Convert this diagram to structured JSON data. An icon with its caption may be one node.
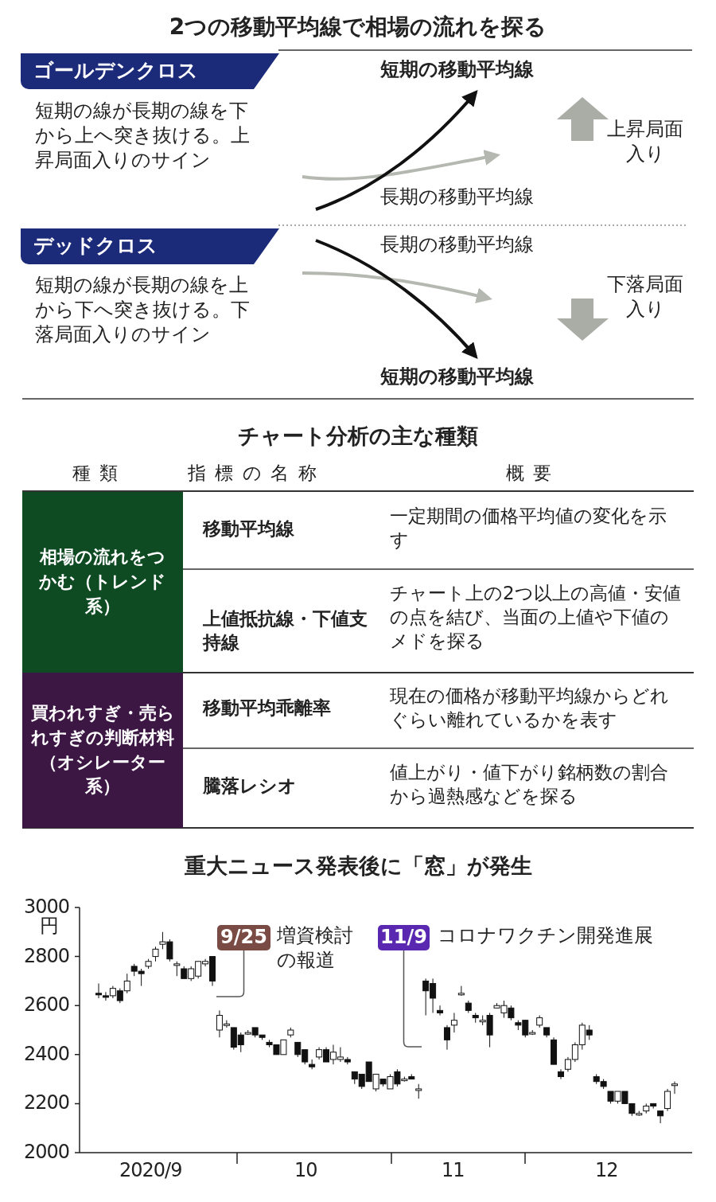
{
  "diagram": {
    "title": "2つの移動平均線で相場の流れを探る",
    "nodes": [
      {
        "text": [
          "ゴールデンクロス"
        ]
      },
      {
        "text": [
          "デッドクロス"
        ]
      },
      {
        "text": [
          "9/25"
        ],
        "beside": [
          "増資検討の報道"
        ]
      },
      {
        "text": [
          "11/9"
        ],
        "beside": [
          "コロナワクチン開発進展"
        ]
      }
    ],
    "edges": [
      {
        "from": 2,
        "to": null,
        "arrow": "none"
      },
      {
        "from": 3,
        "to": null,
        "arrow": "none"
      }
    ],
    "labels": [
      "短期の移動平均線",
      "短期の線が長期の線を下から上へ突き抜ける。上昇局面入りのサイン",
      "上昇局面入り",
      "長期の移動平均線",
      "長期の移動平均線",
      "短期の線が長期の線を上から下へ突き抜ける。下落局面入りのサイン",
      "下落局面入り",
      "短期の移動平均線",
      "チャート分析の主な種類",
      "種類",
      "指標の名称",
      "概要",
      "相場の流れをつかむ（トレンド系）",
      "移動平均線",
      "一定期間の価格平均値の変化を示す",
      "上値抵抗線・下値支持線",
      "チャート上の2つ以上の高値・安値の点を結び、当面の上値や下値のメドを探る",
      "買われすぎ・売られすぎの判断材料（オシレーター系）",
      "移動平均乖離率",
      "現在の価格が移動平均線からどれぐらい離れているかを表す",
      "騰落レシオ",
      "値上がり・値下がり銘柄数の割合から過熱感などを探る",
      "重大ニュース発表後に「窓」が発生",
      "3000",
      "円",
      "2800",
      "2600",
      "2400",
      "2200",
      "2000",
      "2020/9",
      "10",
      "11",
      "12"
    ]
  }
}
